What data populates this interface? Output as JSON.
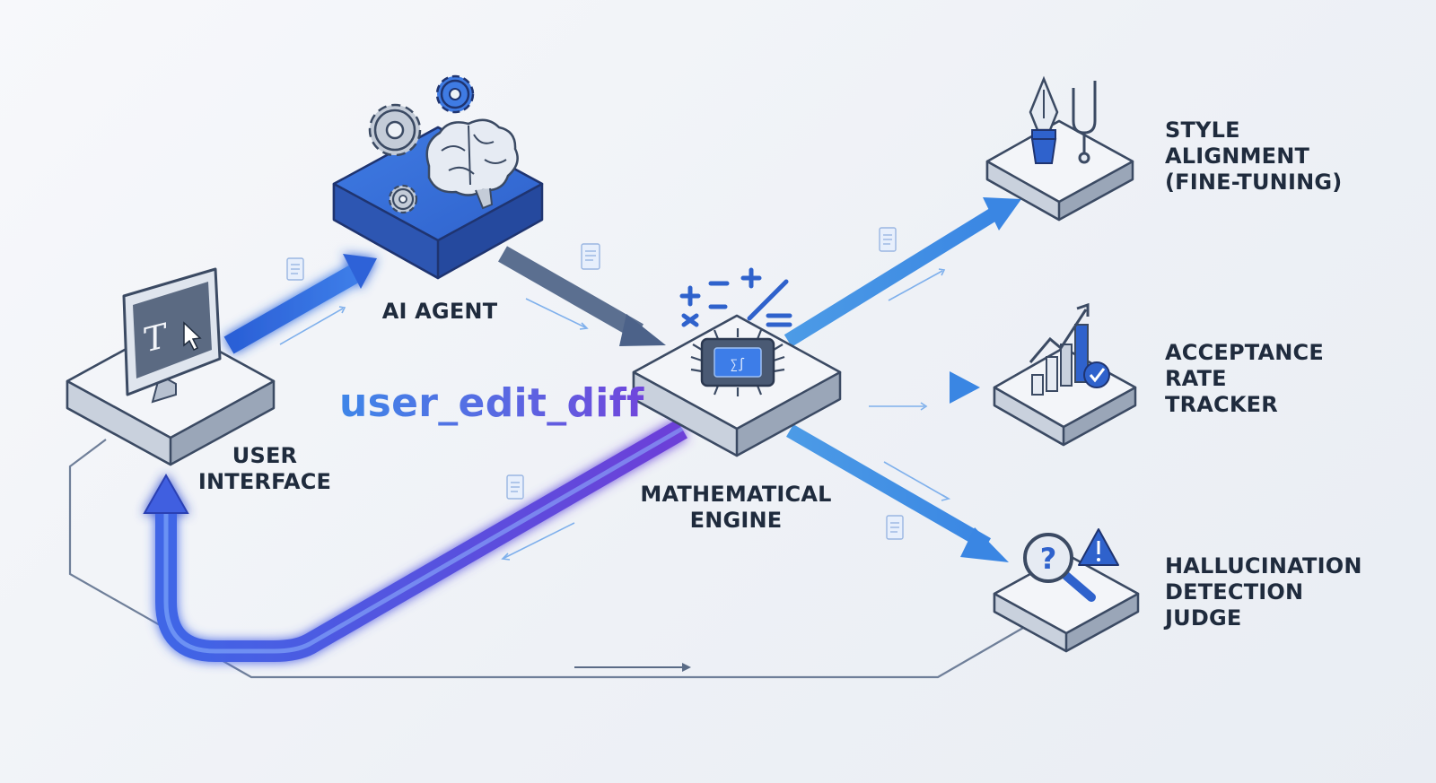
{
  "colors": {
    "accent": "#2f6bd9",
    "accent_light": "#4fa3e8",
    "flow_purple": "#5b4ee0",
    "platform_face": "#f3f5f9",
    "platform_side": "#9aa6b8",
    "outline": "#3b4a63",
    "text": "#1f2b3d",
    "background": "#f3f5f8"
  },
  "nodes": {
    "user_interface": {
      "label_lines": [
        "USER",
        "INTERFACE"
      ],
      "icon": "monitor-icon"
    },
    "ai_agent": {
      "label_lines": [
        "AI AGENT"
      ],
      "icon": "brain-gears-icon"
    },
    "math_engine": {
      "label_lines": [
        "MATHEMATICAL",
        "ENGINE"
      ],
      "icon": "chip-icon"
    },
    "style_alignment": {
      "label_lines": [
        "STYLE",
        "ALIGNMENT",
        "(FINE-TUNING)"
      ],
      "icon": "pen-tuning-fork-icon"
    },
    "acceptance_tracker": {
      "label_lines": [
        "ACCEPTANCE",
        "RATE",
        "TRACKER"
      ],
      "icon": "bar-chart-check-icon"
    },
    "hallucination_judge": {
      "label_lines": [
        "HALLUCINATION",
        "DETECTION",
        "JUDGE"
      ],
      "icon": "magnifier-warning-icon"
    }
  },
  "flow_label": "user_edit_diff"
}
